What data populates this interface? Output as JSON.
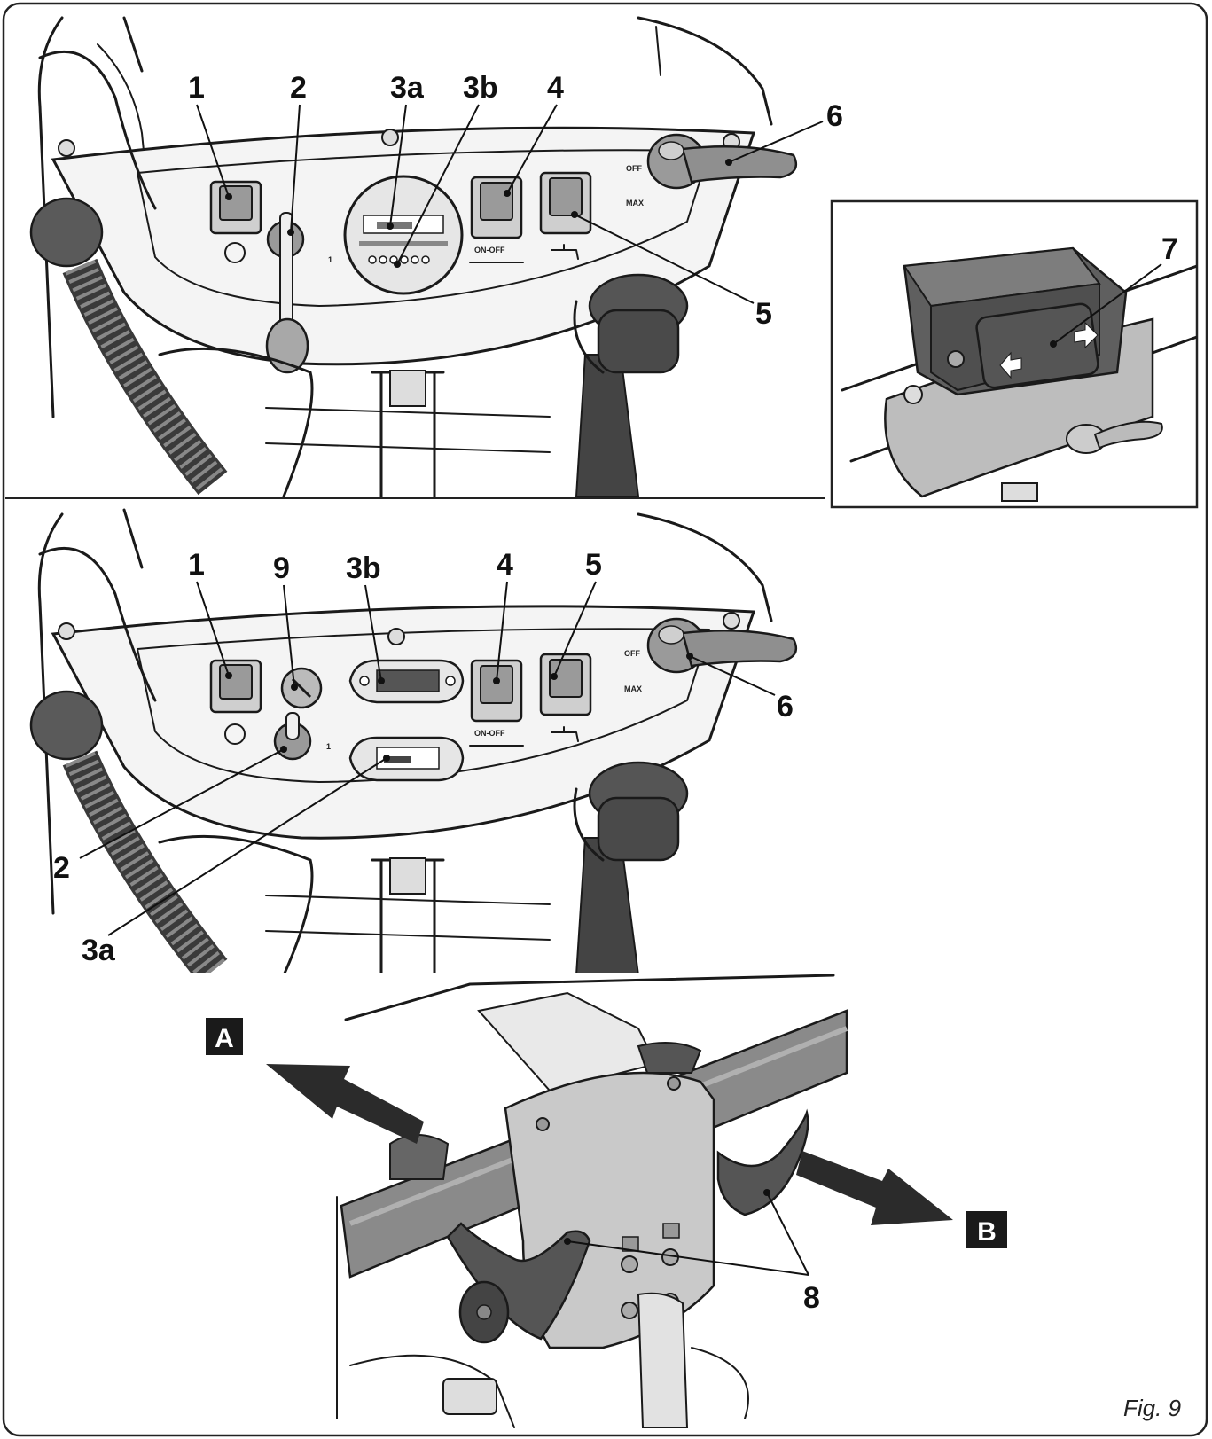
{
  "figure_label": "Fig. 9",
  "top_panel": {
    "callouts": {
      "c1": "1",
      "c2": "2",
      "c3a": "3a",
      "c3b": "3b",
      "c4": "4",
      "c5": "5",
      "c6": "6"
    },
    "switch_label": "ON-OFF",
    "tap_labels": {
      "off": "OFF",
      "max": "MAX"
    },
    "key_position": "1"
  },
  "inset_panel": {
    "callouts": {
      "c7": "7"
    }
  },
  "middle_panel": {
    "callouts": {
      "c1": "1",
      "c9": "9",
      "c3b": "3b",
      "c4": "4",
      "c5": "5",
      "c6": "6",
      "c2": "2",
      "c3a": "3a"
    },
    "switch_label": "ON-OFF",
    "tap_labels": {
      "off": "OFF",
      "max": "MAX"
    },
    "key_position": "1"
  },
  "bottom_panel": {
    "direction_labels": {
      "a": "A",
      "b": "B"
    },
    "callouts": {
      "c8": "8"
    }
  },
  "colors": {
    "ink": "#1a1a1a",
    "gray_light": "#d9d9d9",
    "gray_mid": "#8c8c8c",
    "gray_dark": "#5a5a5a",
    "arrow": "#2b2b2b"
  }
}
